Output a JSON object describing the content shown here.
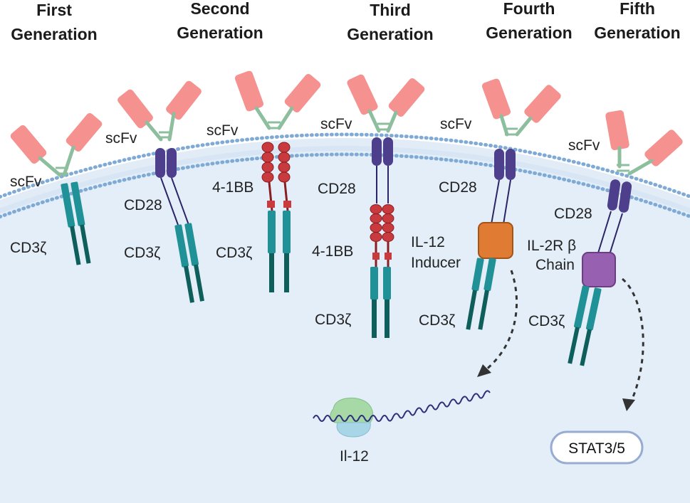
{
  "generations": [
    {
      "title": [
        "First",
        "Generation"
      ],
      "labels": {
        "scfv": "scFv",
        "cd3z": "CD3ζ"
      }
    },
    {
      "title": [
        "Second",
        "Generation"
      ],
      "labels": {
        "scfv": "scFv",
        "cd28": "CD28",
        "cd3z": "CD3ζ"
      }
    },
    {
      "title": [
        "Second",
        "Generation"
      ],
      "labels": {
        "scfv": "scFv",
        "bb": "4-1BB",
        "cd3z": "CD3ζ"
      }
    },
    {
      "title": [
        "Third",
        "Generation"
      ],
      "labels": {
        "scfv": "scFv",
        "cd28": "CD28",
        "bb": "4-1BB",
        "cd3z": "CD3ζ"
      }
    },
    {
      "title": [
        "Fourth",
        "Generation"
      ],
      "labels": {
        "scfv": "scFv",
        "cd28": "CD28",
        "inducer": [
          "IL-12",
          "Inducer"
        ],
        "cd3z": "CD3ζ"
      }
    },
    {
      "title": [
        "Fifth",
        "Generation"
      ],
      "labels": {
        "scfv": "scFv",
        "cd28": "CD28",
        "il2r": [
          "IL-2R β",
          "Chain"
        ],
        "cd3z": "CD3ζ"
      }
    }
  ],
  "outputs": {
    "il12": "Il-12",
    "stat": "STAT3/5"
  },
  "colors": {
    "scfv": "#f5918f",
    "linker": "#8dbf9f",
    "cd28": "#4e3f8c",
    "bb": "#c93a3e",
    "cd3z": "#1f9197",
    "cd3z_dark": "#0e5e5c",
    "inducer": "#e07b33",
    "il2r": "#9860b0",
    "cytoplasm": "#e3eef8",
    "membrane_dot": "#7faad6",
    "stat_border": "#98acd2"
  }
}
